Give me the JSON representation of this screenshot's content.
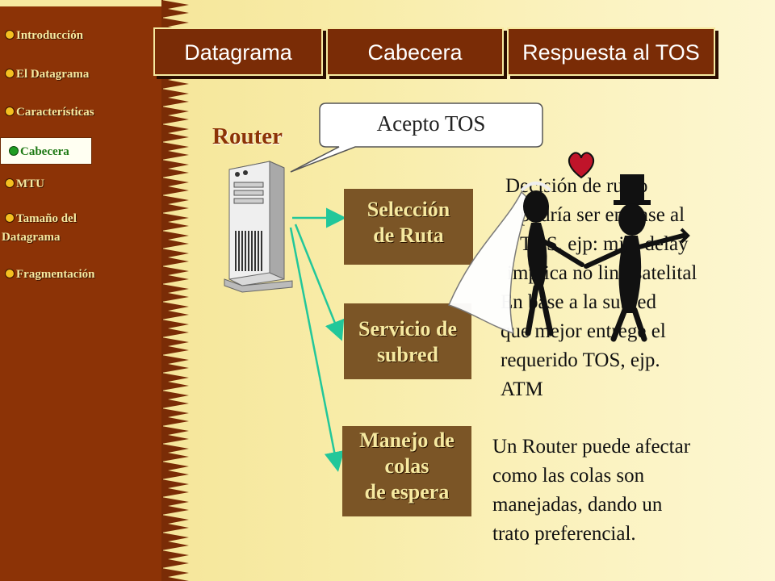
{
  "sidebar": {
    "items": [
      {
        "label": "Introducción"
      },
      {
        "label": "El Datagrama"
      },
      {
        "label": "Características"
      },
      {
        "label": "Cabecera"
      },
      {
        "label": "MTU"
      },
      {
        "label": "Tamaño del"
      },
      {
        "label": "Datagrama"
      },
      {
        "label": "Fragmentación"
      }
    ],
    "active_index": 3
  },
  "tabs": [
    {
      "label": "Datagrama"
    },
    {
      "label": "Cabecera"
    },
    {
      "label": "Respuesta  al TOS"
    }
  ],
  "router": {
    "label": "Router"
  },
  "bubble": {
    "text": "Acepto TOS"
  },
  "boxes": {
    "seleccion": {
      "line1": "Selección",
      "line2": "de Ruta"
    },
    "servicio": {
      "line1": "Servicio de",
      "line2": "subred"
    },
    "manejo": {
      "line1": "Manejo de",
      "line2": "colas",
      "line3": "de espera"
    }
  },
  "text_decision": [
    "Decisión de ruteo",
    "podría ser en base al",
    "TOS, ejp: min. delay",
    "implica no link satelital",
    "En base a la subred",
    "que mejor entrege el",
    "requerido TOS, ejp.",
    "ATM"
  ],
  "text_router": [
    "Un Router puede afectar",
    "como las colas son",
    "manejadas, dando un",
    "trato preferencial."
  ],
  "colors": {
    "sidebar": "#8c3306",
    "tab": "#7a2c06",
    "box": "#7b5526",
    "arrow": "#22c79a",
    "accent_text": "#f6e9a0",
    "heart": "#c0142a"
  },
  "icons": [
    "router-server-icon",
    "wedding-couple-icon",
    "heart-icon",
    "speech-bubble-icon"
  ]
}
